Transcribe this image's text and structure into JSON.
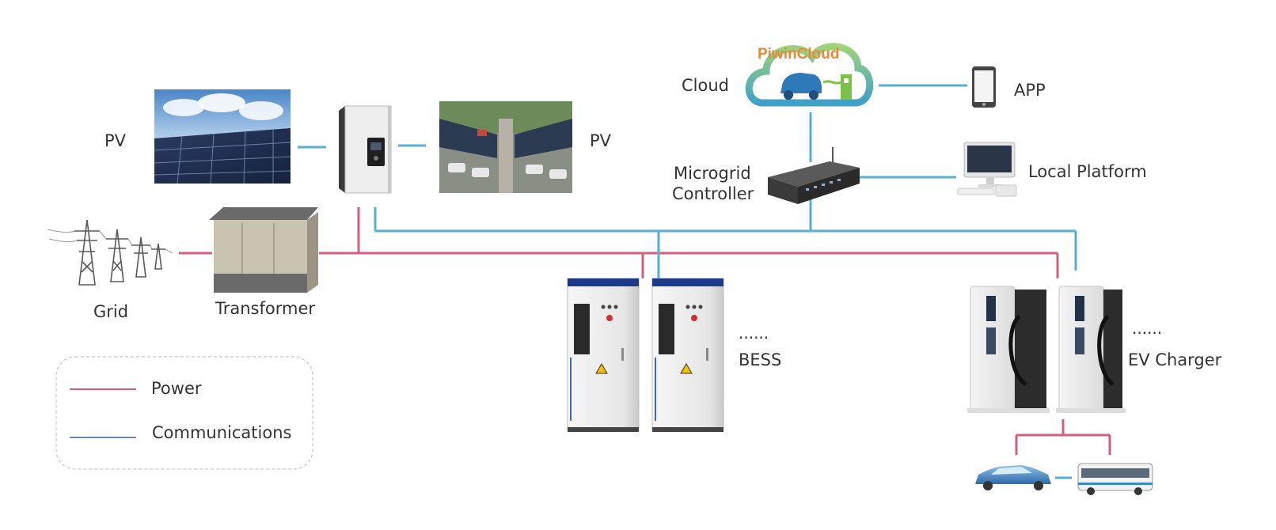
{
  "labels": {
    "pv_left": "PV",
    "pv_right": "PV",
    "cloud": "Cloud",
    "app": "APP",
    "microgrid_line1": "Microgrid",
    "microgrid_line2": "Controller",
    "local_platform": "Local Platform",
    "grid": "Grid",
    "transformer": "Transformer",
    "bess_dots": "......",
    "bess": "BESS",
    "ev_dots": "......",
    "ev_charger": "EV Charger"
  },
  "cloud_brand": "PiwinCloud",
  "legend": {
    "power": "Power",
    "communications": "Communications"
  },
  "colors": {
    "power": "#d0607e",
    "communications": "#5aaed0",
    "cloud_brand": "#e8893a"
  },
  "icons": [
    "solar-panel-icon",
    "inverter-icon",
    "carport-icon",
    "cloud-icon",
    "tablet-icon",
    "controller-icon",
    "desktop-icon",
    "pylon-icon",
    "transformer-icon",
    "battery-cabinet-icon",
    "ev-charger-icon",
    "car-icon",
    "bus-icon"
  ]
}
